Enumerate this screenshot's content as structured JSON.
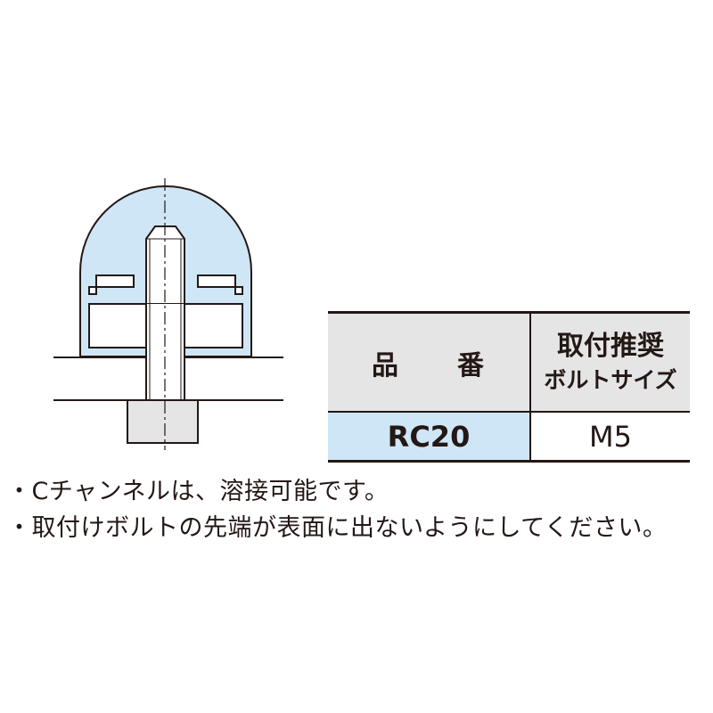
{
  "table": {
    "header_part_no": "品　　番",
    "header_bolt_line1": "取付推奨",
    "header_bolt_line2": "ボルトサイズ",
    "rows": [
      {
        "part_no": "RC20",
        "bolt": "M5"
      }
    ]
  },
  "notes": [
    "・Cチャンネルは、溶接可能です。",
    "・取付けボルトの先端が表面に出ないようにしてください。"
  ],
  "colors": {
    "channel_fill": "#cfe6f6",
    "header_fill": "#e5e5e6",
    "part_no_fill": "#cfe6f6",
    "line": "#231815"
  }
}
